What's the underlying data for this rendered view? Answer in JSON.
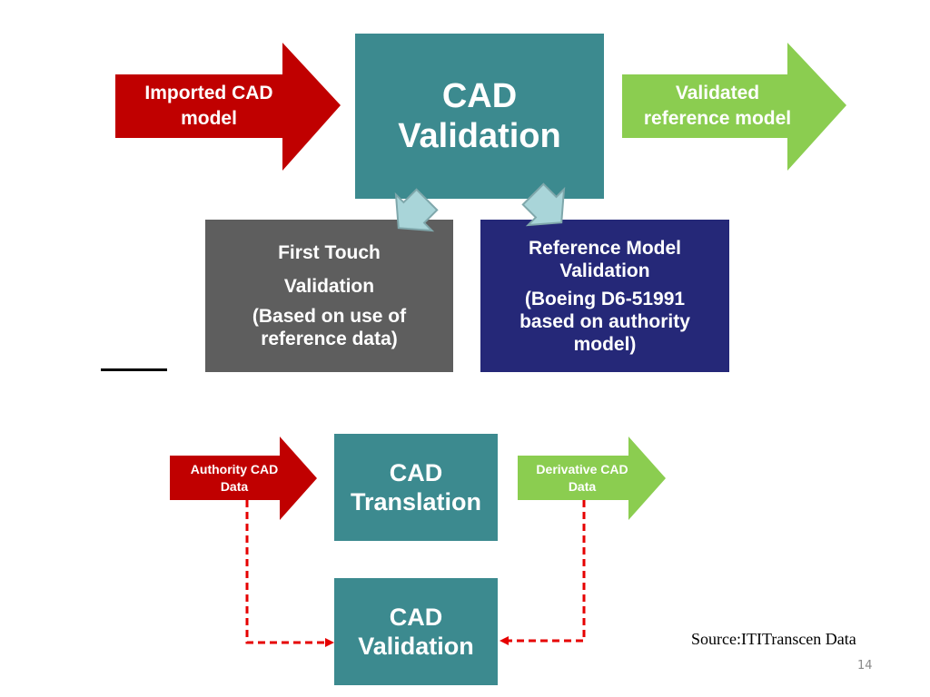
{
  "colors": {
    "red_arrow": "#c00000",
    "green_arrow": "#8bcd50",
    "teal_box": "#3c8a8f",
    "gray_box": "#5e5e5e",
    "navy_box": "#252878",
    "light_blue_connector": "#a9d5d9",
    "dashed_line": "#e60000"
  },
  "top_flow": {
    "input_arrow": {
      "line1": "Imported CAD",
      "line2": "model"
    },
    "center_box": {
      "line1": "CAD",
      "line2": "Validation"
    },
    "output_arrow": {
      "line1": "Validated",
      "line2": "reference model"
    },
    "sub_boxes": [
      {
        "line1": "First Touch",
        "line2": "Validation",
        "line3": "(Based on use of",
        "line4": "reference data)"
      },
      {
        "line1": "Reference Model",
        "line2": "Validation",
        "line3": "(Boeing D6-51991",
        "line4": "based on authority",
        "line5": "model)"
      }
    ]
  },
  "bottom_flow": {
    "input_arrow": {
      "line1": "Authority CAD",
      "line2": "Data"
    },
    "translation_box": {
      "line1": "CAD",
      "line2": "Translation"
    },
    "output_arrow": {
      "line1": "Derivative CAD",
      "line2": "Data"
    },
    "validation_box": {
      "line1": "CAD",
      "line2": "Validation"
    }
  },
  "source_caption": "Source:ITITranscen Data",
  "page_number": "14"
}
